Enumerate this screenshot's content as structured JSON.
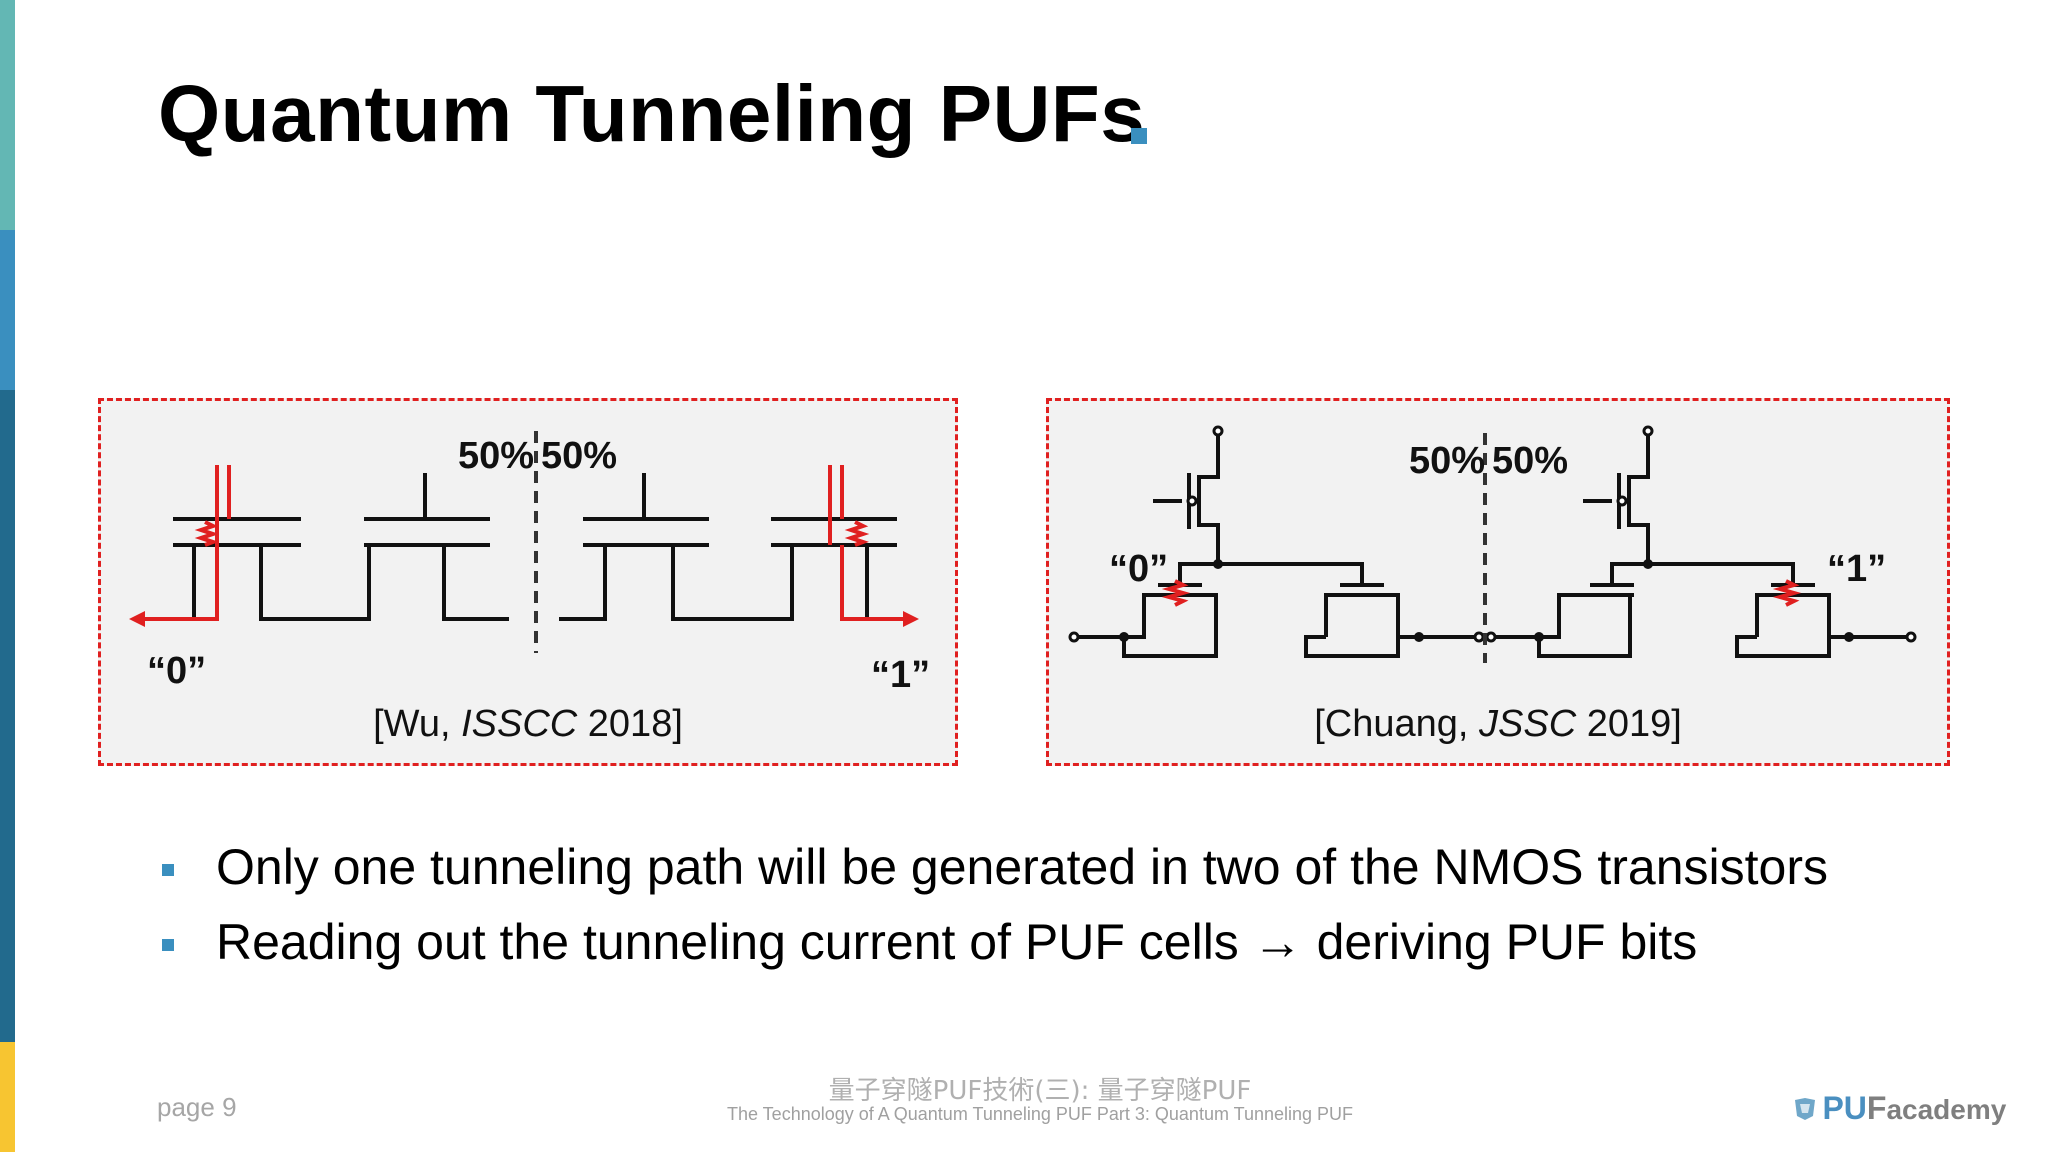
{
  "slide": {
    "title": "Quantum Tunneling PUFs",
    "accent_colors": [
      "#63b7b4",
      "#3a8fbf",
      "#226a8d",
      "#f7c531"
    ],
    "panel_left": {
      "percent_left": "50%",
      "percent_right": "50%",
      "label_zero": "“0”",
      "label_one": "“1”",
      "cite_open": "[Wu, ",
      "cite_italic": "ISSCC",
      "cite_close": " 2018]"
    },
    "panel_right": {
      "percent_left": "50%",
      "percent_right": "50%",
      "label_zero": "“0”",
      "label_one": "“1”",
      "cite_open": "[Chuang, ",
      "cite_italic": "JSSC",
      "cite_close": " 2019]"
    },
    "bullet_color": "#3a8fbf",
    "bullets": [
      "Only one tunneling path will be generated in two of the NMOS transistors",
      "Reading out the tunneling current of PUF cells → deriving PUF bits"
    ],
    "page_number": "page 9",
    "footer_title": "量子穿隧PUF技術(三): 量子穿隧PUF",
    "footer_subtitle": "The Technology of A Quantum Tunneling PUF Part 3: Quantum Tunneling PUF",
    "logo": {
      "part1": "PU",
      "part2": "F",
      "part3": "academy"
    },
    "highlight_color": "#e02020"
  }
}
